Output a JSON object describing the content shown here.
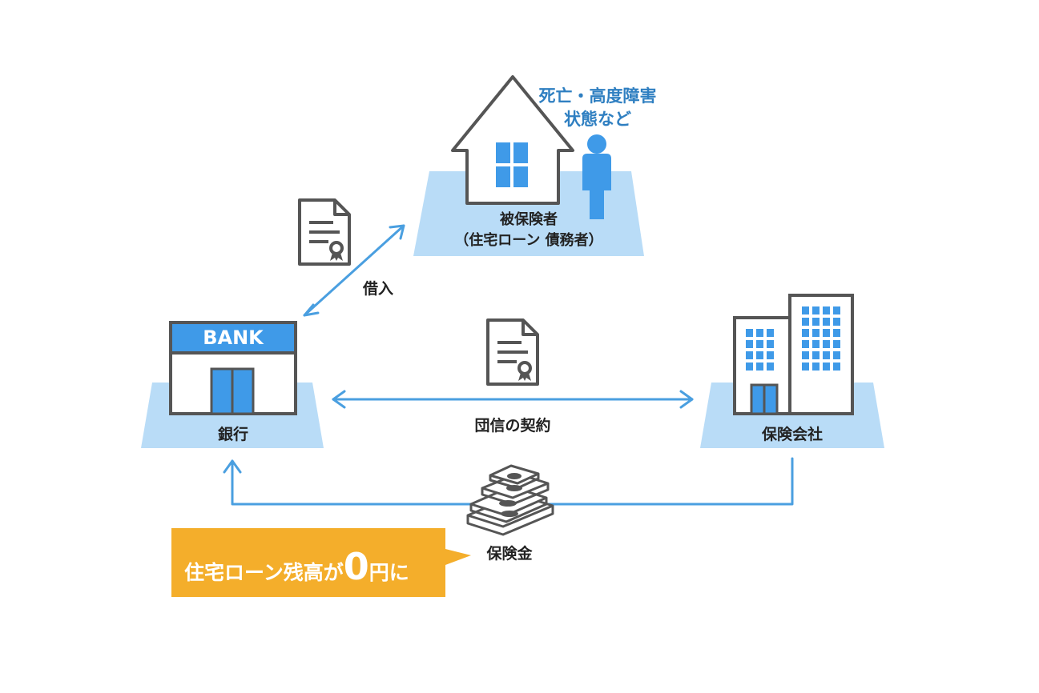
{
  "colors": {
    "platform": "#b9dcf7",
    "accent_blue": "#3f9ae8",
    "arrow_blue": "#4a9fe0",
    "outline_gray": "#555555",
    "text_dark": "#222222",
    "text_blue": "#2f7fc1",
    "callout_orange": "#f4ae2b"
  },
  "house": {
    "condition_line1": "死亡・高度障害",
    "condition_line2": "状態など",
    "label_line1": "被保険者",
    "label_line2": "（住宅ローン 債務者）"
  },
  "bank": {
    "sign": "BANK",
    "label": "銀行"
  },
  "insurer": {
    "label": "保険会社"
  },
  "flows": {
    "borrow_label": "借入",
    "contract_label": "団信の契約",
    "payout_label": "保険金"
  },
  "callout": {
    "prefix": "住宅ローン残高が",
    "number": "0",
    "suffix": "円に"
  },
  "icons": {
    "borrow_doc": "document-certificate-icon",
    "contract_doc": "document-certificate-icon",
    "money": "money-stack-icon",
    "person": "person-icon",
    "house": "house-icon",
    "bank": "bank-building-icon",
    "insurer": "office-building-icon"
  }
}
